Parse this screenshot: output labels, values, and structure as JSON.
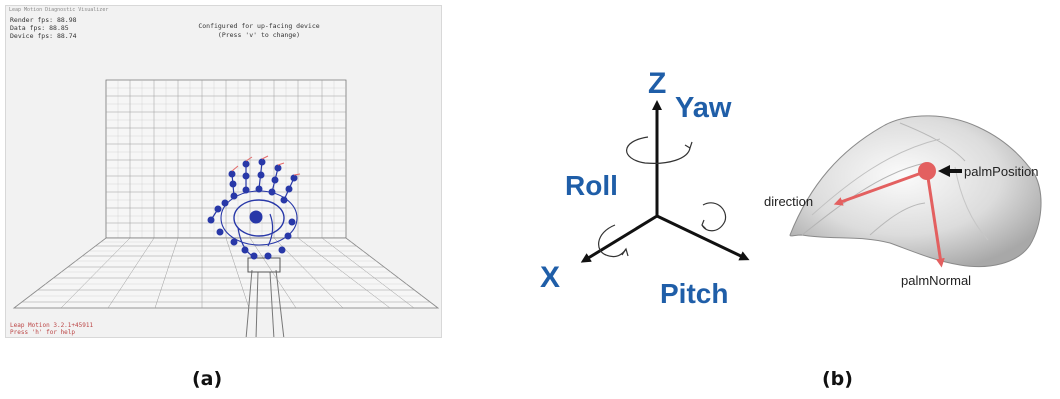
{
  "panel_a": {
    "window_title": "Leap Motion Diagnostic Visualizer",
    "fps": [
      "Render fps: 88.98",
      "Data fps: 88.85",
      "Device fps: 88.74"
    ],
    "status_line1": "Configured for up-facing device",
    "status_line2": "(Press 'v' to change)",
    "footer_line1": "Leap Motion 3.2.1+45911",
    "footer_line2": "Press 'h' for help"
  },
  "panel_b": {
    "axes": {
      "z": "Z",
      "yaw": "Yaw",
      "roll": "Roll",
      "x": "X",
      "pitch": "Pitch",
      "color": "#1f5ea8"
    },
    "hand": {
      "direction": "direction",
      "palm_position": "palmPosition",
      "palm_normal": "palmNormal",
      "vector_color": "#e36060"
    }
  },
  "captions": {
    "a": "(a)",
    "b": "(b)"
  }
}
